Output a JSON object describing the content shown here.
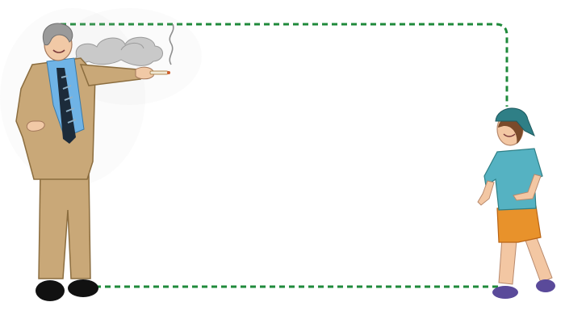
{
  "scene": {
    "frame": {
      "color": "#1f8a3b",
      "style": "dashed-rounded"
    },
    "figures": [
      {
        "name": "man",
        "description_tag": "older-man-in-tan-suit-smoking",
        "colors": {
          "suit": "#c9a878",
          "shirt": "#6fb3e6",
          "tie": "#1c2b3a",
          "hair": "#9a9a9a",
          "shoes": "#111111",
          "skin": "#f1c9a6"
        }
      },
      {
        "name": "boy",
        "description_tag": "boy-in-backwards-cap",
        "colors": {
          "cap": "#2f7f86",
          "shirt": "#55b2c2",
          "shorts": "#e8922b",
          "skin": "#f3c7a3",
          "shoes": "#5a4a9a"
        }
      }
    ],
    "smoke": {
      "color": "#c9c9c9"
    }
  }
}
